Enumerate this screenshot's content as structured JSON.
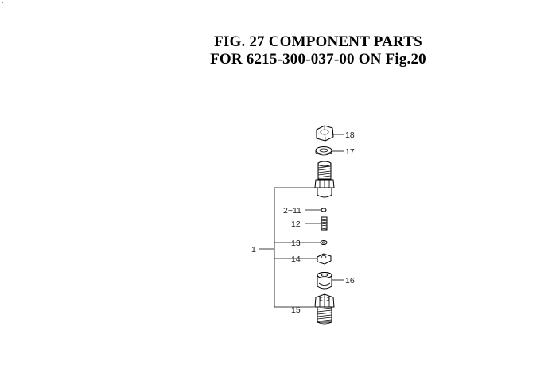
{
  "figure": {
    "title_line1": "FIG. 27  COMPONENT PARTS",
    "title_line2": "FOR 6215-300-037-00 ON Fig.20"
  },
  "callouts": {
    "c18": "18",
    "c17": "17",
    "c2_11": "2~11",
    "c12": "12",
    "c13": "13",
    "c1": "1",
    "c14": "14",
    "c16": "16",
    "c15": "15"
  }
}
